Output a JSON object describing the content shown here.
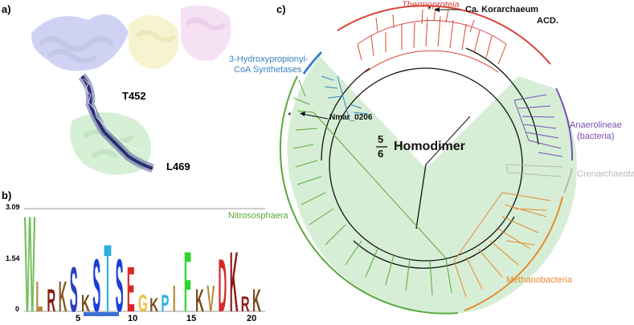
{
  "panels": {
    "a": {
      "label": "a)",
      "residue_top": "T452",
      "residue_bottom": "L469"
    },
    "b": {
      "label": "b)",
      "y_ticks": [
        "3.09",
        "1.54",
        "0"
      ],
      "x_ticks": [
        "5",
        "10",
        "15",
        "20"
      ],
      "logo_columns": [
        {
          "top": "W",
          "color": "#6fbf5a"
        },
        {
          "top": "L",
          "color": "#b58a3a"
        },
        {
          "top": "R",
          "color": "#8b1a1a"
        },
        {
          "top": "K",
          "color": "#8b5a2b"
        },
        {
          "top": "S",
          "color": "#2a3fbf"
        },
        {
          "top": "K",
          "color": "#7a4a1a"
        },
        {
          "top": "S",
          "color": "#1a3fd6"
        },
        {
          "top": "T",
          "color": "#2ab0e0"
        },
        {
          "top": "S",
          "color": "#1a3fd6"
        },
        {
          "top": "E",
          "color": "#d62a2a"
        },
        {
          "top": "G",
          "color": "#e8c23a"
        },
        {
          "top": "K",
          "color": "#7a4a1a"
        },
        {
          "top": "P",
          "color": "#2ab0e0"
        },
        {
          "top": "I",
          "color": "#b58a3a"
        },
        {
          "top": "F",
          "color": "#2ad62a"
        },
        {
          "top": "K",
          "color": "#7a4a1a"
        },
        {
          "top": "V",
          "color": "#b58a3a"
        },
        {
          "top": "D",
          "color": "#d62a2a"
        },
        {
          "top": "K",
          "color": "#8b1a1a"
        },
        {
          "top": "R",
          "color": "#8b1a1a"
        },
        {
          "top": "K",
          "color": "#7a4a1a"
        }
      ]
    },
    "c": {
      "label": "c)",
      "center_fraction_num": "5",
      "center_fraction_den": "6",
      "center_text": "Homodimer",
      "clades": {
        "thermoproteia": "Thermoproteia",
        "korarchaeum_line1": "Ca. Korarchaeum",
        "korarchaeum_line2": "ACD.",
        "hydroxy_line1": "3-Hydroxypropionyl-",
        "hydroxy_line2": "CoA Synthetases",
        "nmar": "Nmar_0206",
        "anaerolineae_line1": "Anaerolineae",
        "anaerolineae_line2": "(bacteria)",
        "crenarchaeota": "Crenarchaeota",
        "nitrososphaera": "Nitrososphaera",
        "methanobacteria": "Methanobacteria"
      },
      "star": "*",
      "colors": {
        "thermoproteia": "#d9473a",
        "hydroxy": "#3b83c6",
        "anaerolineae": "#7b4fb0",
        "crenarchaeota": "#b8b8b8",
        "nitrososphaera": "#5aa83c",
        "methanobacteria": "#e8892e",
        "shade": "#d6eed6"
      }
    }
  }
}
